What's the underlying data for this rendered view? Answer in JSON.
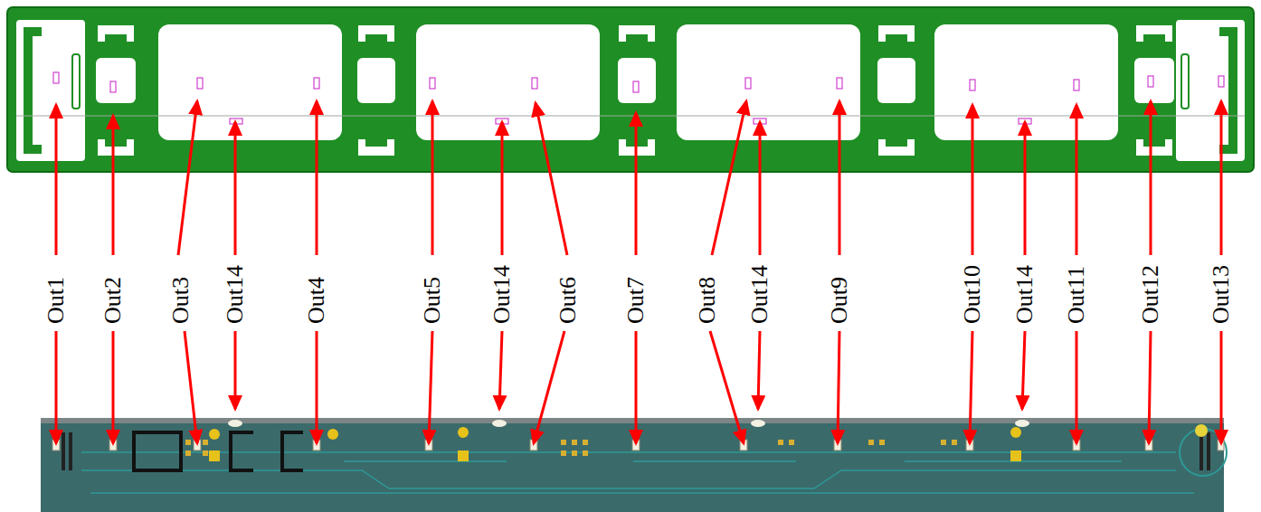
{
  "diagram": {
    "labels": [
      "Out1",
      "Out2",
      "Out3",
      "Out14",
      "Out4",
      "Out5",
      "Out14",
      "Out6",
      "Out7",
      "Out8",
      "Out14",
      "Out9",
      "Out10",
      "Out14",
      "Out11",
      "Out12",
      "Out13"
    ]
  }
}
